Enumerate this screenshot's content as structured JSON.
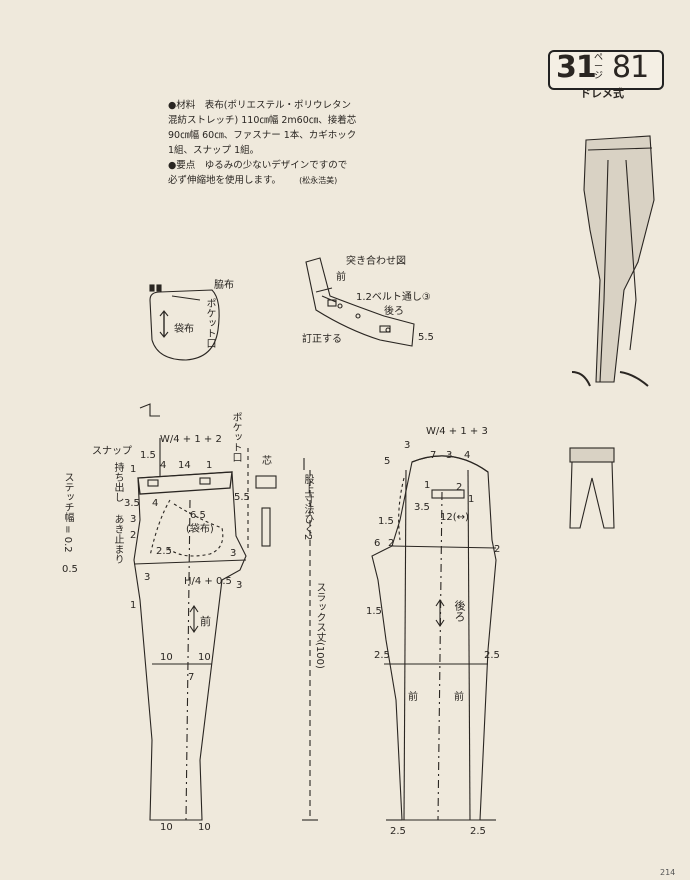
{
  "badge": {
    "left_num": "31",
    "page_word": "ページ",
    "right_num": "81",
    "sub": "ドレメ式"
  },
  "notes": {
    "line1": "●材料　表布(ポリエステル・ポリウレタン",
    "line2": "混紡ストレッチ) 110㎝幅 2m60㎝、接着芯",
    "line3": "90㎝幅 60㎝、ファスナー 1本、カギホック",
    "line4": "1組、スナップ 1組。",
    "line5": "●要点　ゆるみの少ないデザインですので",
    "line6": "必ず伸縮地を使用します。",
    "credit": "(松永浩美)"
  },
  "pocket": {
    "wakinuno": "脇布",
    "pocket_opening": "ポケット口",
    "fukuro": "袋布"
  },
  "belt": {
    "title": "突き合わせ図",
    "front": "前",
    "belt_pass": "1.2ベルト通し",
    "belt_pass_num": "③",
    "back": "後ろ",
    "correct": "訂正する",
    "val55": "5.5"
  },
  "front": {
    "snap": "スナップ",
    "w_formula": "W/4 + 1 + 2",
    "v15": "1.5",
    "v1": "1",
    "v4": "4",
    "v14": "14",
    "v1b": "1",
    "mochidashi": "持ち出し",
    "v35": "3.5",
    "v4b": "4",
    "v3": "3",
    "akidomari": "あき止まり",
    "v2": "2",
    "v25": "2.5",
    "v3b": "3",
    "v3c": "3",
    "v55": "5.5",
    "v65": "6.5",
    "fukuro": "(袋布)",
    "h_formula": "H/4 + 0.5",
    "v3d": "3",
    "v1c": "1",
    "front_label": "前",
    "v10a": "10",
    "v10b": "10",
    "v7": "7",
    "v10c": "10",
    "v10d": "10",
    "pocket_opening": "ポケット口",
    "shin": "芯",
    "stitch": "ステッチ幅 = 0.2",
    "stitch2": "0.5"
  },
  "measure": {
    "inseam": "股上寸法ひく2",
    "length": "スラックス丈(100)"
  },
  "back": {
    "w_formula": "W/4 + 1 + 3",
    "v3": "3",
    "v5": "5",
    "v7": "7",
    "v3b": "3",
    "v4": "4",
    "v1": "1",
    "v35": "3.5",
    "v2": "2",
    "v1b": "1",
    "v12": "12(↔)",
    "v15": "1.5",
    "v6": "6",
    "v2b": "2",
    "v2c": "2",
    "back_label": "後ろ",
    "v15b": "1.5",
    "v25a": "2.5",
    "v25b": "2.5",
    "front_a": "前",
    "front_b": "前",
    "v25c": "2.5",
    "v25d": "2.5"
  },
  "page_number": "214"
}
